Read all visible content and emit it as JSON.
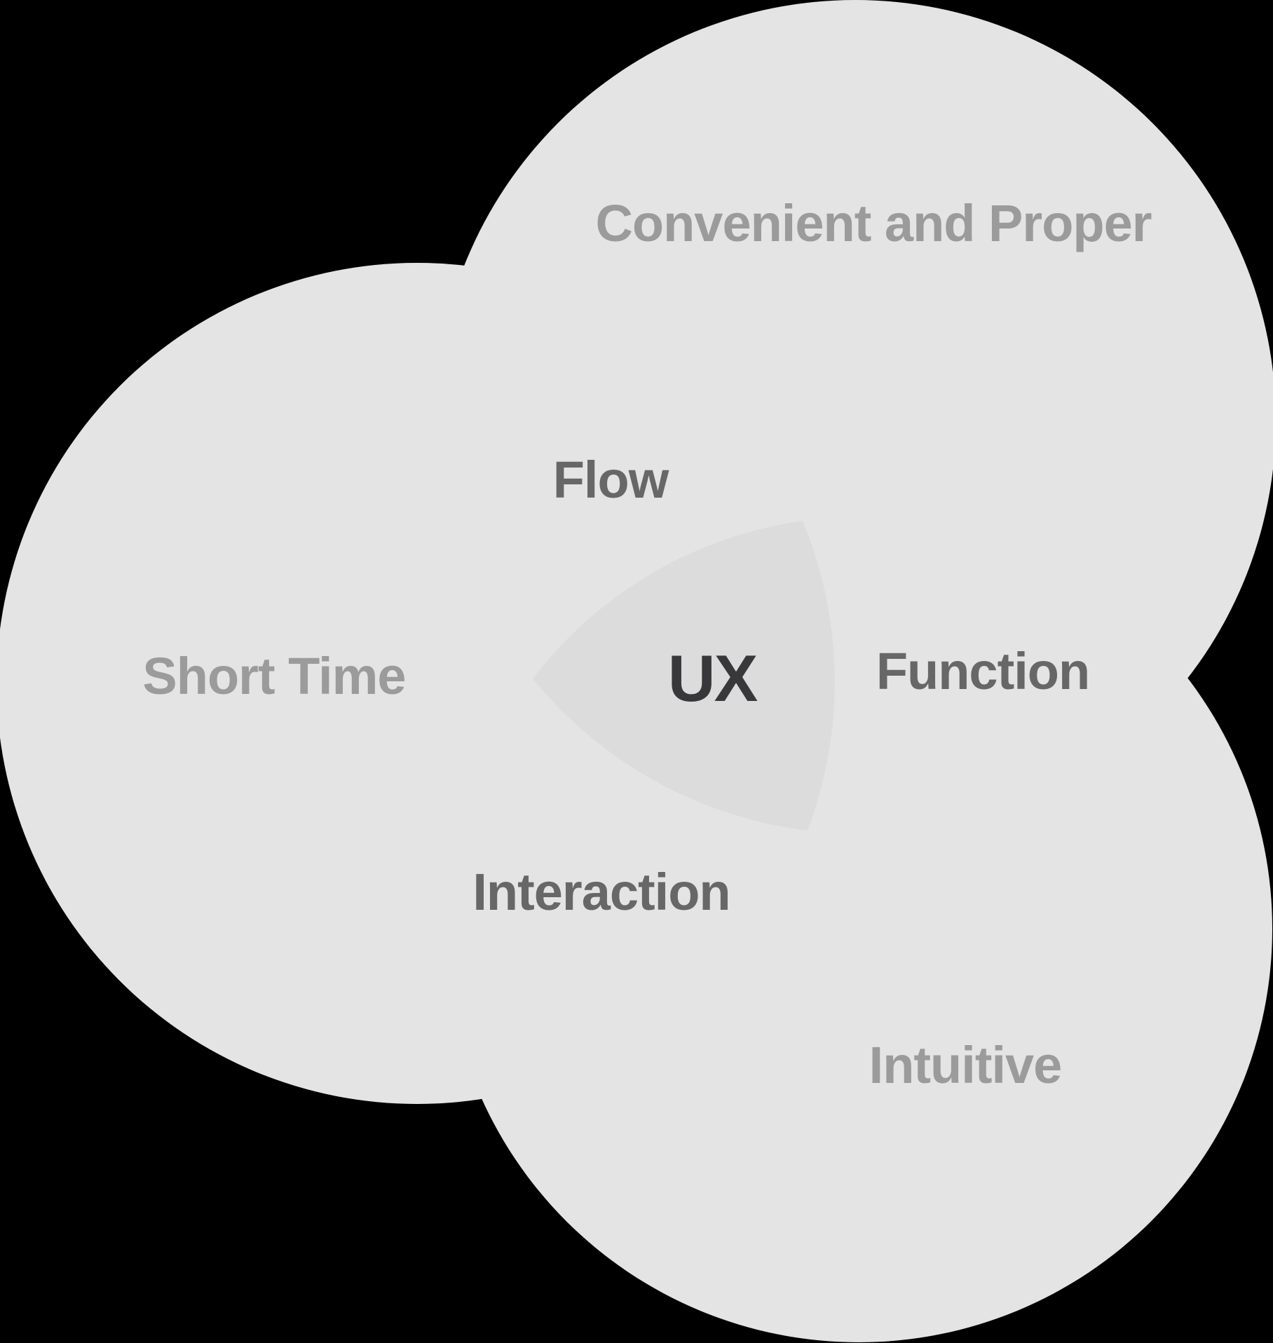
{
  "diagram": {
    "kind": "venn-diagram",
    "center_label": "UX",
    "sets": [
      {
        "id": "top",
        "label": "Convenient and Proper"
      },
      {
        "id": "left",
        "label": "Short Time"
      },
      {
        "id": "bottom-right",
        "label": "Intuitive"
      }
    ],
    "overlaps": [
      {
        "between": [
          "left",
          "top"
        ],
        "label": "Flow"
      },
      {
        "between": [
          "top",
          "bottom-right"
        ],
        "label": "Function"
      },
      {
        "between": [
          "left",
          "bottom-right"
        ],
        "label": "Interaction"
      }
    ],
    "colors": {
      "background": "#000000",
      "circle_fill": "#e4e4e5",
      "center_fill": "#dcdcdd",
      "set_label_color": "#9b9b9b",
      "overlap_label_color": "#676767",
      "center_label_color": "#38383a"
    }
  }
}
